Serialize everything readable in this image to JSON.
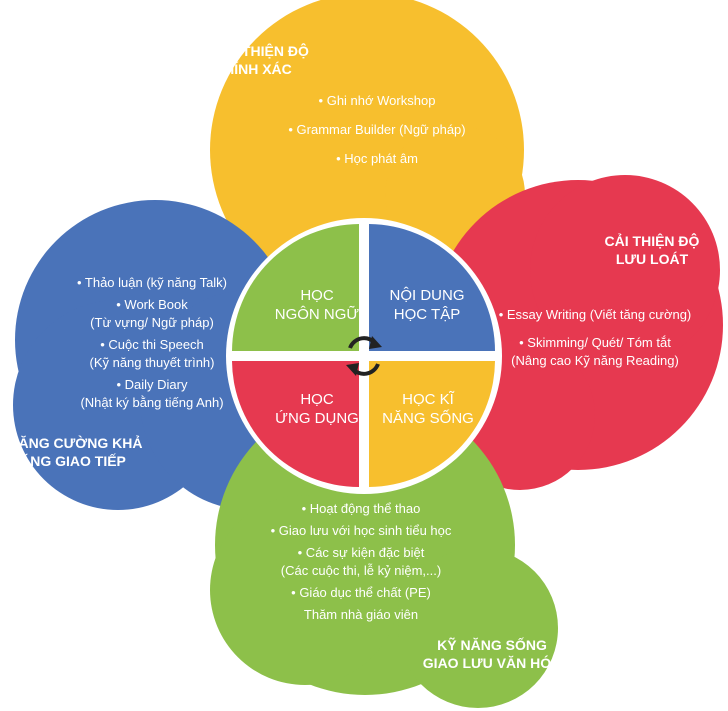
{
  "colors": {
    "yellow": "#F7BF2E",
    "red": "#E63950",
    "blue": "#4A73B9",
    "green": "#8DC04A",
    "white": "#FFFFFF"
  },
  "accuracy": {
    "title_line1": "CẢI THIỆN ĐỘ",
    "title_line2": "CHÍNH XÁC",
    "items": [
      "• Ghi nhớ Workshop",
      "• Grammar Builder (Ngữ pháp)",
      "• Học phát âm"
    ]
  },
  "fluency": {
    "title_line1": "CẢI THIỆN ĐỘ",
    "title_line2": "LƯU LOÁT",
    "items": [
      "• Essay Writing (Viết tăng cường)",
      "• Skimming/ Quét/ Tóm tắt",
      "(Nâng cao Kỹ năng Reading)"
    ]
  },
  "communication": {
    "title_line1": "TĂNG CƯỜNG KHẢ",
    "title_line2": "NĂNG GIAO TIẾP",
    "items": [
      "• Thảo luận (kỹ năng Talk)",
      "• Work Book",
      "(Từ vựng/ Ngữ pháp)",
      "• Cuộc thi Speech",
      "(Kỹ năng thuyết trình)",
      "• Daily Diary",
      "(Nhật ký bằng tiếng Anh)"
    ]
  },
  "life_skills": {
    "title_line1": "KỸ NĂNG SỐNG",
    "title_line2": "GIAO LƯU VĂN HÓA",
    "items": [
      "• Hoạt động thể thao",
      "• Giao lưu với học sinh tiểu học",
      "• Các sự kiện đặc biệt",
      "(Các cuộc thi, lễ kỷ niệm,...)",
      "• Giáo dục thể chất (PE)",
      "Thăm nhà giáo viên"
    ]
  },
  "center": {
    "top_left_line1": "HỌC",
    "top_left_line2": "NGÔN NGỮ",
    "top_right_line1": "NỘI DUNG",
    "top_right_line2": "HỌC TẬP",
    "bottom_left_line1": "HỌC",
    "bottom_left_line2": "ỨNG DỤNG",
    "bottom_right_line1": "HỌC KĨ",
    "bottom_right_line2": "NĂNG SỐNG",
    "icon": "cycle-arrows-icon"
  }
}
